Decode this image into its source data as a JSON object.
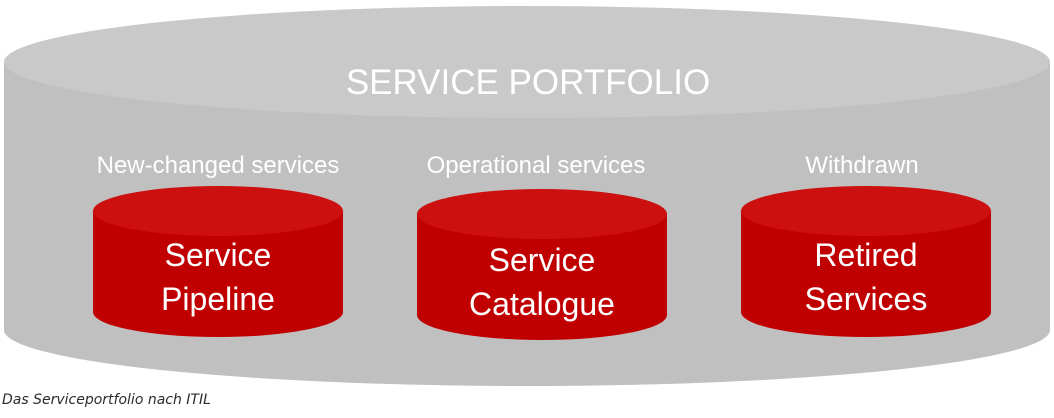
{
  "colors": {
    "portfolio_fill": "#c0c0c0",
    "portfolio_rim": "#c9c9c9",
    "database_fill": "#c00000",
    "database_top": "#cc1010",
    "text_light": "#ffffff",
    "caption_text": "#2b2b2b"
  },
  "portfolio": {
    "title": "SERVICE PORTFOLIO"
  },
  "columns": [
    {
      "category": "New-changed services",
      "database": {
        "line1": "Service",
        "line2": "Pipeline"
      }
    },
    {
      "category": "Operational services",
      "database": {
        "line1": "Service",
        "line2": "Catalogue"
      }
    },
    {
      "category": "Withdrawn",
      "database": {
        "line1": "Retired",
        "line2": "Services"
      }
    }
  ],
  "caption": "Das Serviceportfolio nach ITIL"
}
